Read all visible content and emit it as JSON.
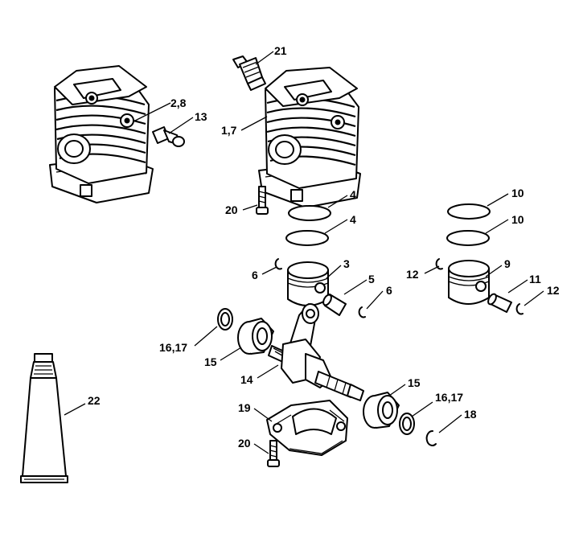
{
  "callouts": {
    "c21": "21",
    "c2_8": "2,8",
    "c13": "13",
    "c1_7": "1,7",
    "c20_top": "20",
    "c4_a": "4",
    "c4_b": "4",
    "c10_a": "10",
    "c10_b": "10",
    "c6_left": "6",
    "c3": "3",
    "c5": "5",
    "c6_right": "6",
    "c12_left": "12",
    "c9": "9",
    "c11": "11",
    "c12_right": "12",
    "c16_17_left": "16,17",
    "c15_left": "15",
    "c14": "14",
    "c15_right": "15",
    "c16_17_right": "16,17",
    "c18": "18",
    "c19": "19",
    "c20_bottom": "20",
    "c22": "22"
  }
}
